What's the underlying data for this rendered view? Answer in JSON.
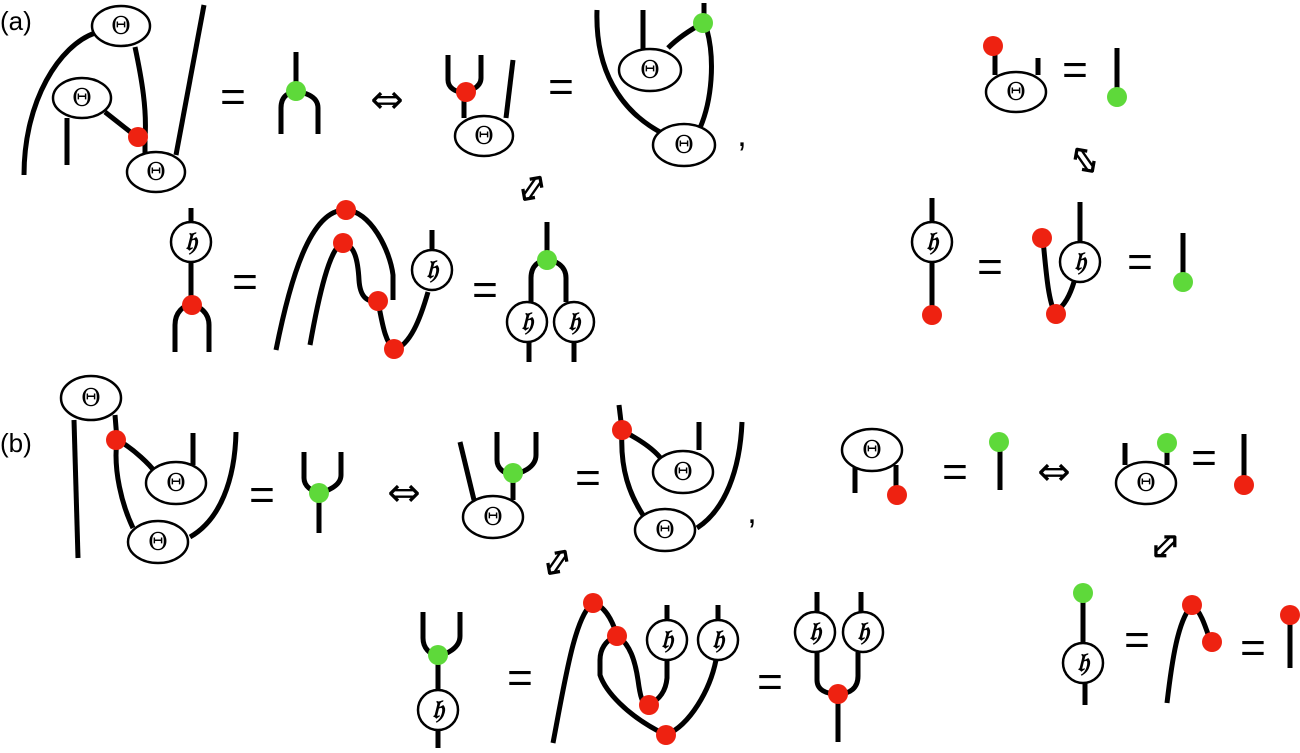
{
  "figure": {
    "panels": [
      {
        "id": "a",
        "label": "(a)"
      },
      {
        "id": "b",
        "label": "(b)"
      }
    ],
    "symbols": {
      "theta": "Θ",
      "h": "𝔥",
      "equals": "=",
      "iff": "⇔",
      "comma": ","
    },
    "colors": {
      "red_node": "#ee2211",
      "green_node": "#5ed93a",
      "wire": "#000000"
    }
  }
}
